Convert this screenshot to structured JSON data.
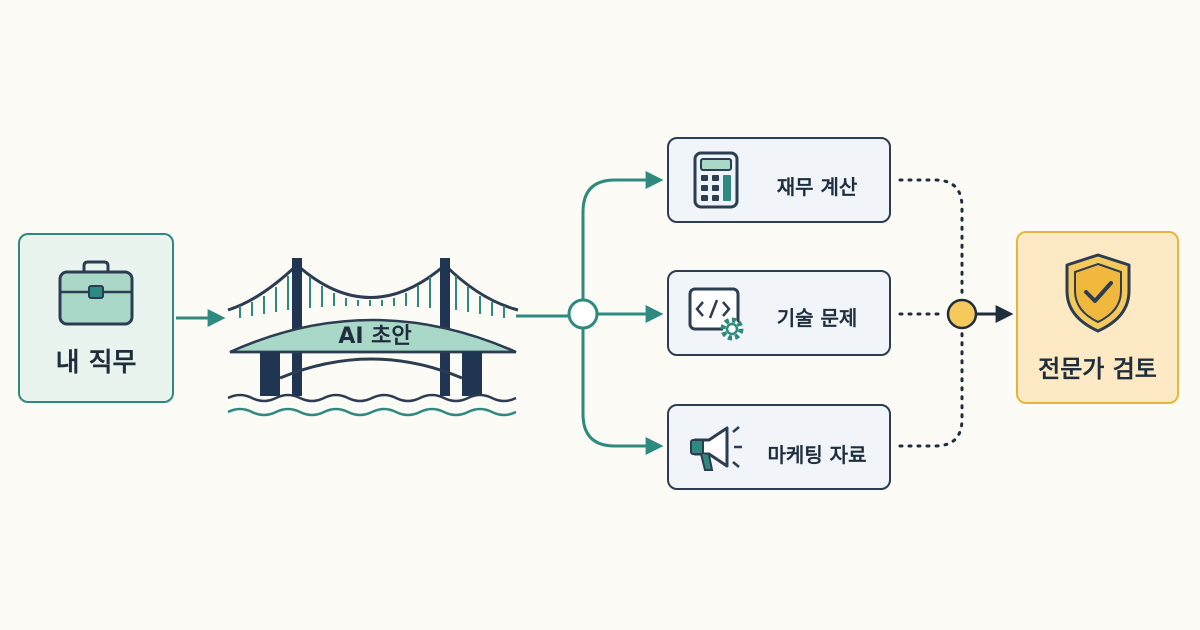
{
  "source": {
    "label": "내 직무",
    "icon": "briefcase-icon"
  },
  "bridge": {
    "label": "AI 초안",
    "icon": "bridge-icon"
  },
  "tasks": [
    {
      "label": "재무 계산",
      "icon": "calculator-icon"
    },
    {
      "label": "기술 문제",
      "icon": "code-gear-icon"
    },
    {
      "label": "마케팅 자료",
      "icon": "megaphone-icon"
    }
  ],
  "target": {
    "label": "전문가 검토",
    "icon": "shield-check-icon"
  },
  "colors": {
    "teal": "#2e8a7e",
    "navy": "#1f2d3d",
    "amber": "#e8b53c",
    "job_fill": "#eaf4ef",
    "expert_fill": "#fdeac4",
    "task_fill": "#f1f5fa",
    "background": "#fcfbf6"
  }
}
